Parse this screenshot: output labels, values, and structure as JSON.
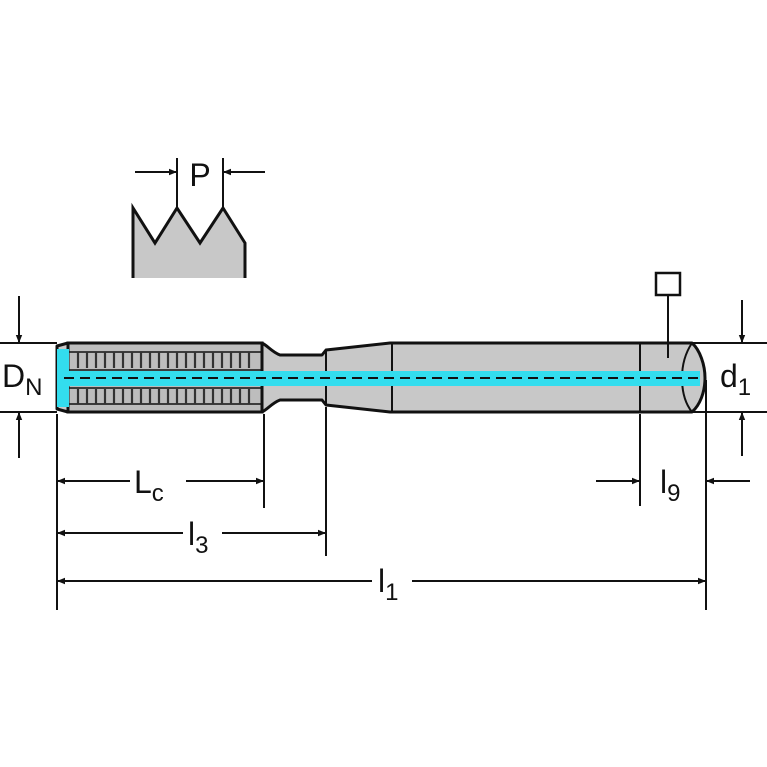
{
  "labels": {
    "pitch": "P",
    "nominal_diameter_main": "D",
    "nominal_diameter_sub": "N",
    "shank_diameter_main": "d",
    "shank_diameter_sub": "1",
    "chamfer_length_main": "L",
    "chamfer_length_sub": "c",
    "neck_length_main": "l",
    "neck_length_sub": "3",
    "overall_length_main": "l",
    "overall_length_sub": "1",
    "square_length_main": "l",
    "square_length_sub": "9"
  },
  "colors": {
    "outline": "#111111",
    "body_fill": "#c8c8c8",
    "coolant_channel": "#33ddee"
  }
}
